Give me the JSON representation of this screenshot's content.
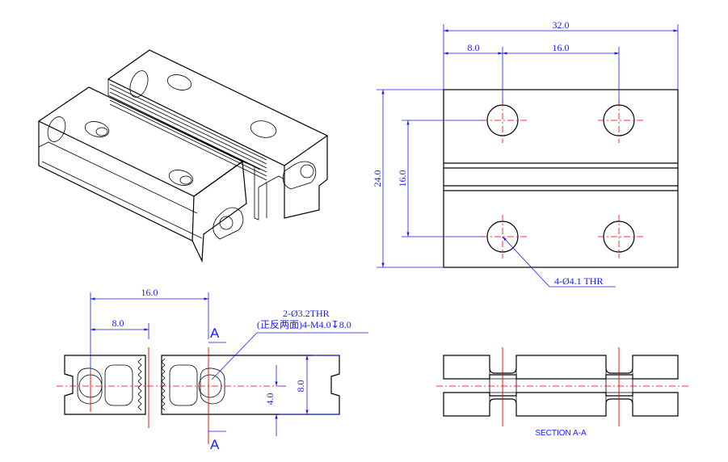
{
  "top_view": {
    "dim_overall_width": "32.0",
    "dim_hole_offset": "8.0",
    "dim_hole_pitch_x": "16.0",
    "dim_overall_height": "24.0",
    "dim_hole_pitch_y": "16.0",
    "hole_callout": "4-Ø4.1 THR"
  },
  "end_view": {
    "dim_width": "16.0",
    "dim_offset": "8.0",
    "callout_line1": "2-Ø3.2THR",
    "callout_line2": "(正反两面)4-M4.0↧8.0",
    "section_mark_top": "A",
    "section_mark_bottom": "A",
    "dim_height": "8.0",
    "dim_half_height": "4.0"
  },
  "section_view": {
    "label": "SECTION A-A"
  },
  "colors": {
    "dimension": "#1a1aff",
    "centerline": "#e00000",
    "outline": "#000000"
  }
}
